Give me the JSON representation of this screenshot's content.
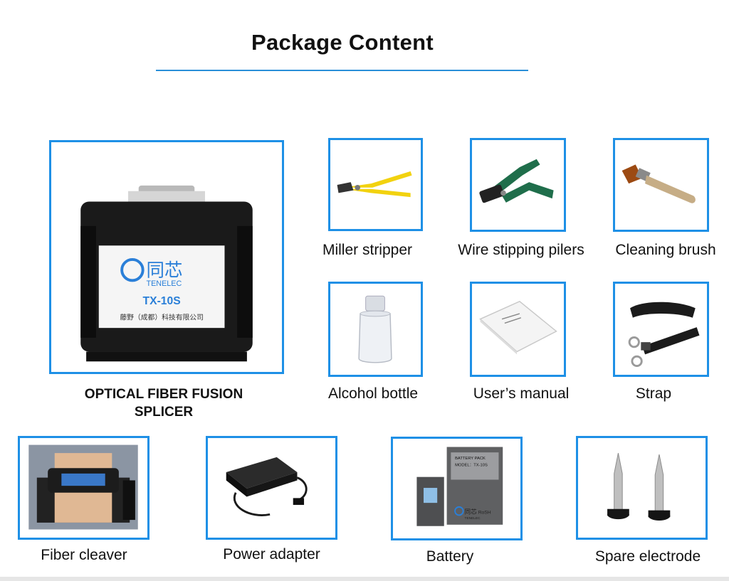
{
  "page": {
    "title": "Package Content",
    "accent": "#1e90e6"
  },
  "items": {
    "splicer": {
      "caption": "OPTICAL FIBER FUSION SPLICER",
      "brand_cn": "同芯",
      "brand_en": "TENELEC",
      "model": "TX-10S",
      "company": "藤野（成都）科技有限公司",
      "icon": "fusion-splicer-icon"
    },
    "miller": {
      "caption": "Miller stripper",
      "icon": "stripper-icon"
    },
    "wire": {
      "caption": "Wire stipping pilers",
      "icon": "pliers-icon"
    },
    "brush": {
      "caption": "Cleaning brush",
      "icon": "brush-icon"
    },
    "alcohol": {
      "caption": "Alcohol bottle",
      "icon": "bottle-icon"
    },
    "manual": {
      "caption": "User’s manual",
      "icon": "manual-icon"
    },
    "strap": {
      "caption": "Strap",
      "icon": "strap-icon"
    },
    "cleaver": {
      "caption": "Fiber cleaver",
      "icon": "cleaver-icon"
    },
    "adapter": {
      "caption": "Power adapter",
      "icon": "power-adapter-icon"
    },
    "battery": {
      "caption": "Battery",
      "label_top": "BATTERY PACK",
      "label_model": "MODEL：TX-10S",
      "brand_cn": "同芯",
      "brand_en": "TENELEC",
      "rohs": "RoSH",
      "icon": "battery-icon"
    },
    "electrode": {
      "caption": "Spare electrode",
      "icon": "electrode-icon"
    }
  }
}
